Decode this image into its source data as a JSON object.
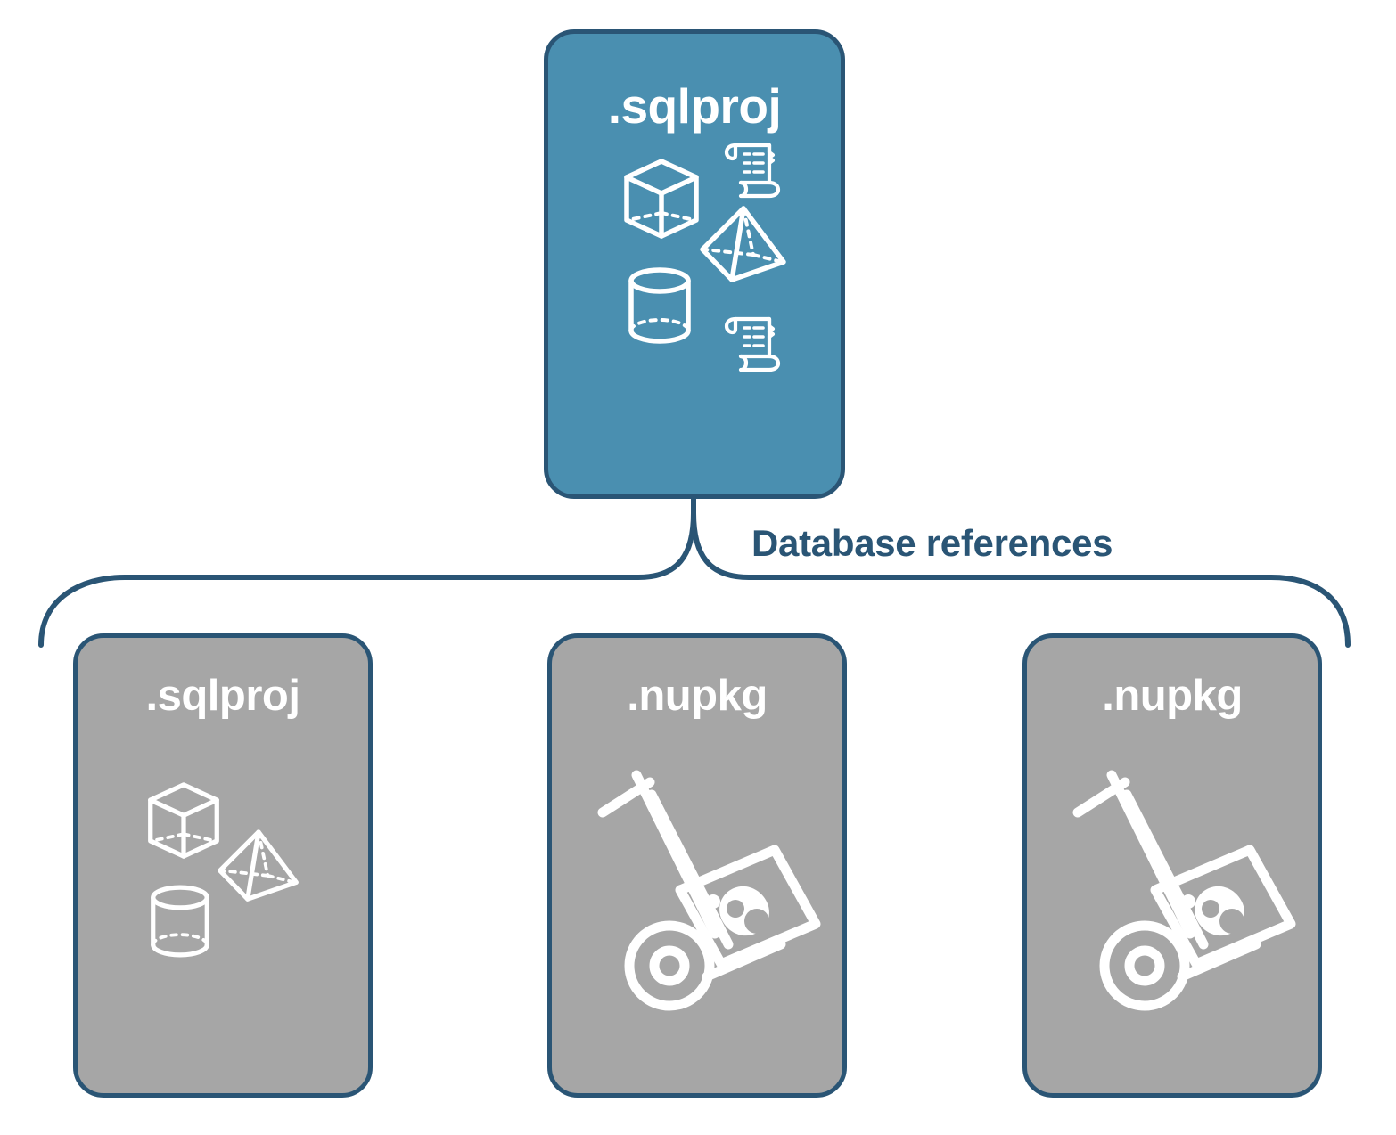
{
  "diagram": {
    "title": "Database references",
    "colors": {
      "primary_fill": "#4a8fb0",
      "secondary_fill": "#a6a6a6",
      "stroke": "#2a5575",
      "icon": "#ffffff",
      "background": "#ffffff"
    },
    "connector": {
      "label": "Database references",
      "type": "curly-brace",
      "from": "root-node",
      "to": [
        "child-node-1",
        "child-node-2",
        "child-node-3"
      ]
    },
    "root": {
      "id": "root-node",
      "label": ".sqlproj",
      "fill": "primary",
      "icons": [
        "cube-icon",
        "scroll-icon",
        "pyramid-icon",
        "cylinder-icon",
        "scroll-icon"
      ]
    },
    "children": [
      {
        "id": "child-node-1",
        "label": ".sqlproj",
        "fill": "secondary",
        "icons": [
          "cube-icon",
          "pyramid-icon",
          "cylinder-icon"
        ]
      },
      {
        "id": "child-node-2",
        "label": ".nupkg",
        "fill": "secondary",
        "icons": [
          "hand-truck-package-icon"
        ]
      },
      {
        "id": "child-node-3",
        "label": ".nupkg",
        "fill": "secondary",
        "icons": [
          "hand-truck-package-icon"
        ]
      }
    ]
  }
}
